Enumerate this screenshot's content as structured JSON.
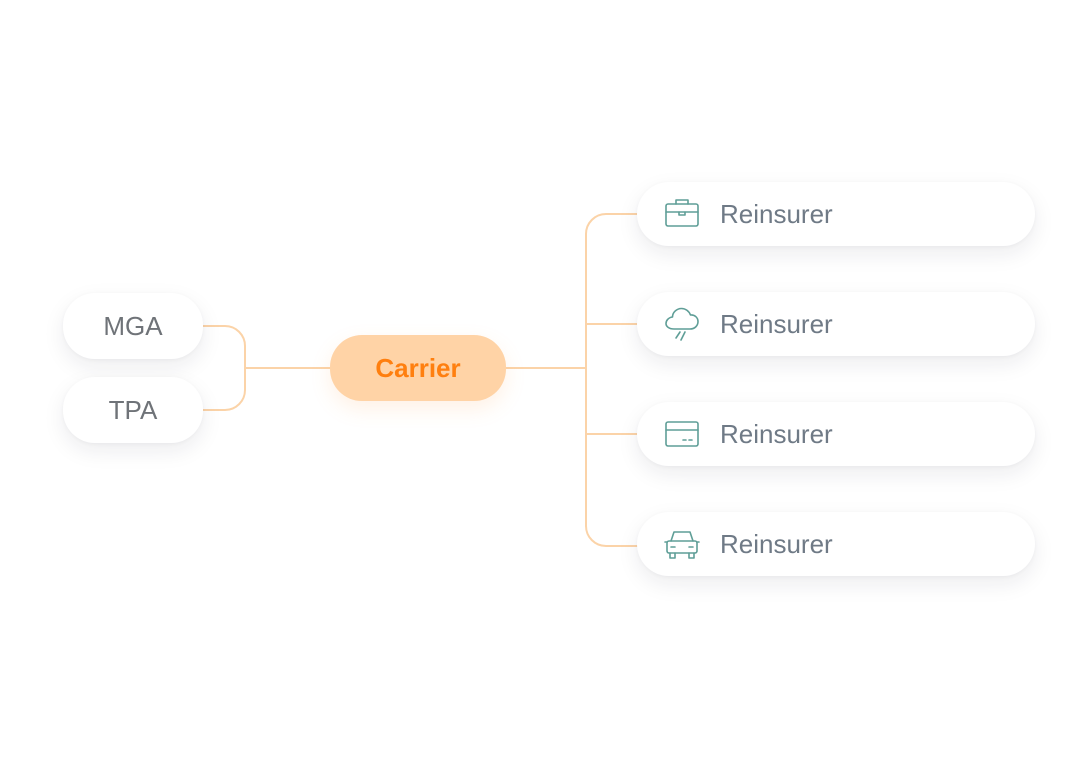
{
  "colors": {
    "connector": "#fbd3a8",
    "carrier_fill": "#ffd3a6",
    "carrier_text": "#ff7f0f",
    "icon": "#5f9e97",
    "node_text": "#6f7378",
    "reinsurer_text": "#6f7a86"
  },
  "left_nodes": [
    {
      "label": "MGA"
    },
    {
      "label": "TPA"
    }
  ],
  "center_node": {
    "label": "Carrier"
  },
  "right_nodes": [
    {
      "label": "Reinsurer",
      "icon": "briefcase-icon"
    },
    {
      "label": "Reinsurer",
      "icon": "storm-cloud-icon"
    },
    {
      "label": "Reinsurer",
      "icon": "credit-card-icon"
    },
    {
      "label": "Reinsurer",
      "icon": "car-icon"
    }
  ]
}
